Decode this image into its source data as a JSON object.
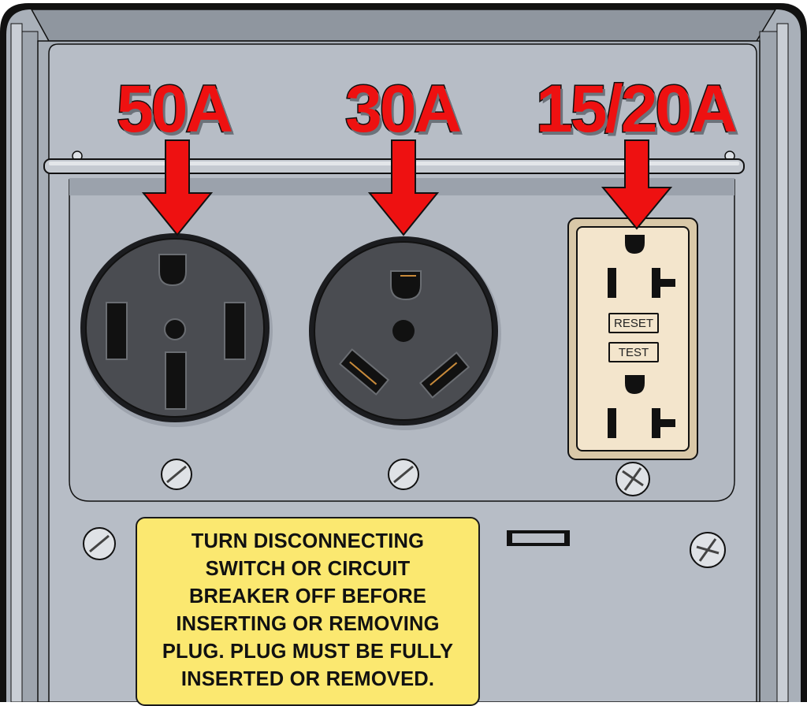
{
  "scene": {
    "title": "RV power pedestal outlets",
    "colors": {
      "panel": "#b7bdc6",
      "panel_dark": "#9aa1ab",
      "outline": "#111111",
      "arrow_red": "#ee1111",
      "receptacle_black": "#4a4c51",
      "gfci_face": "#f3e5cc",
      "gfci_plate": "#d9c8a8",
      "sign_yellow": "#fbe870"
    }
  },
  "outlets": [
    {
      "id": "50a",
      "label": "50A",
      "type": "NEMA 14-50 receptacle",
      "slots": 4
    },
    {
      "id": "30a",
      "label": "30A",
      "type": "NEMA TT-30 receptacle",
      "slots": 3
    },
    {
      "id": "15-20a",
      "label": "15/20A",
      "type": "GFCI duplex receptacle",
      "slots": 2
    }
  ],
  "gfci": {
    "reset_label": "RESET",
    "test_label": "TEST"
  },
  "warning_sign": {
    "lines": [
      "TURN DISCONNECTING",
      "SWITCH OR CIRCUIT",
      "BREAKER OFF BEFORE",
      "INSERTING OR REMOVING",
      "PLUG. PLUG MUST BE FULLY",
      "INSERTED OR REMOVED."
    ]
  }
}
